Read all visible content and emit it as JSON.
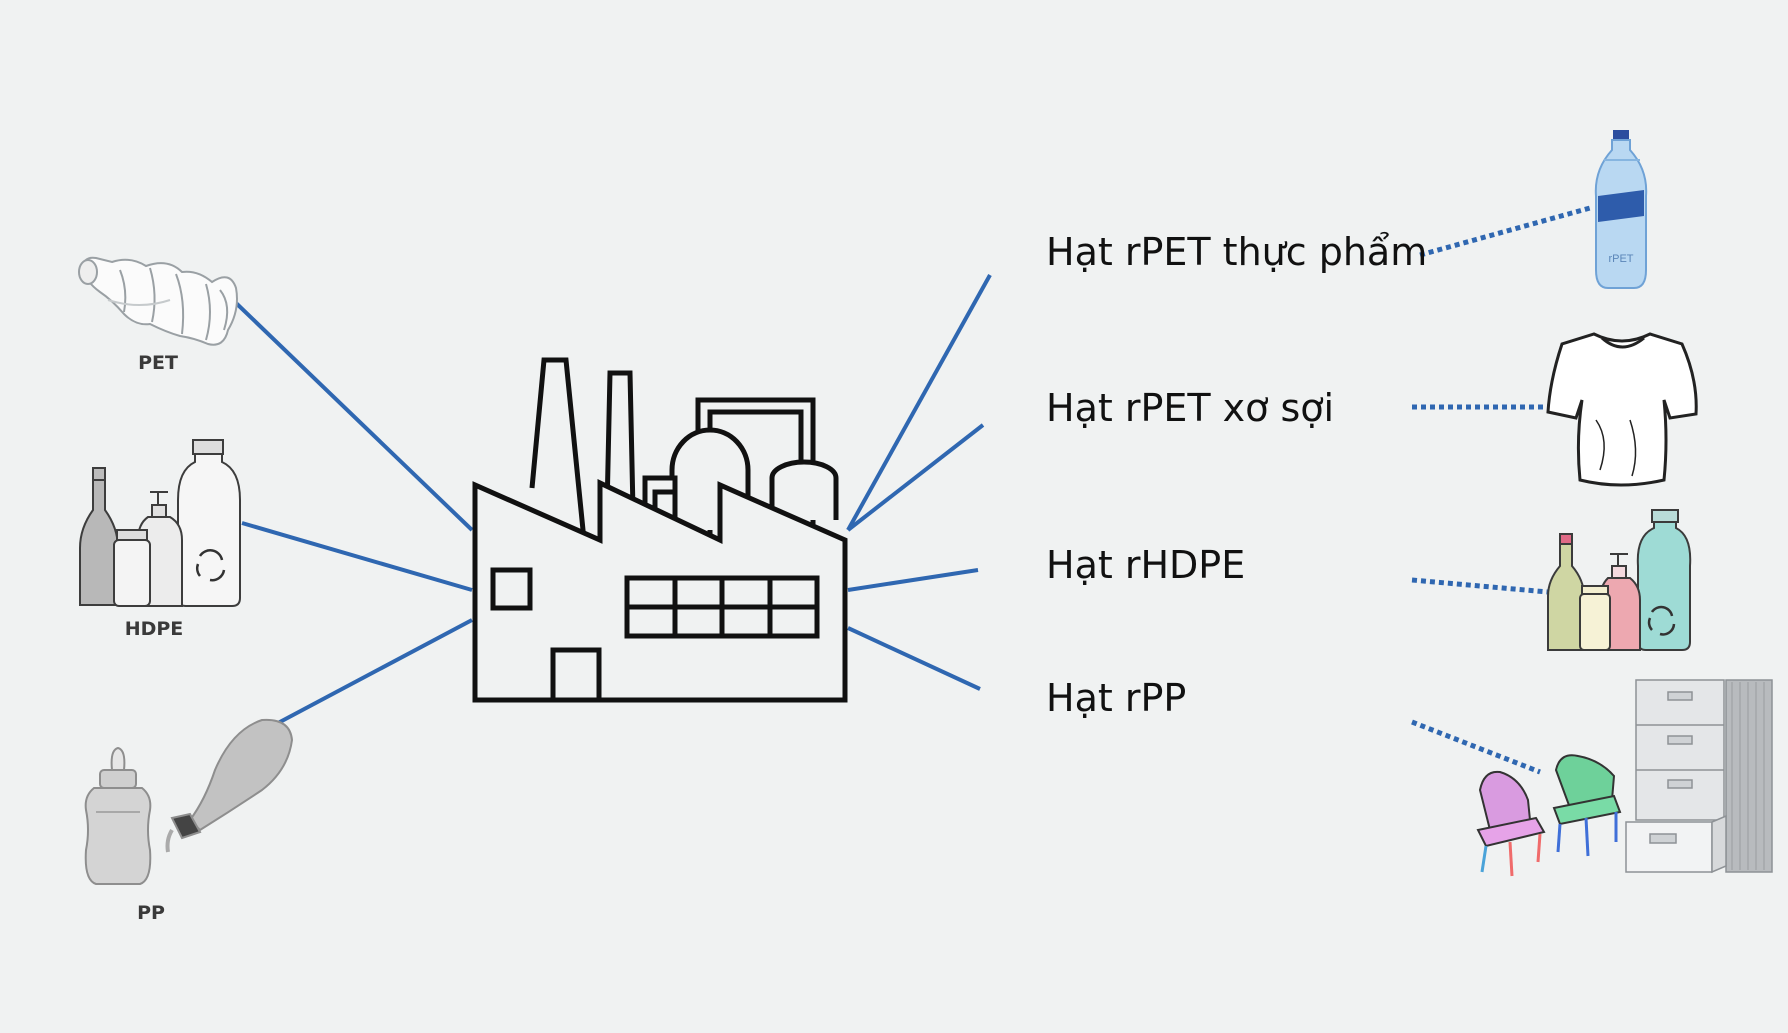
{
  "inputs": [
    {
      "label": "PET",
      "icon": "crushed-bottle-icon"
    },
    {
      "label": "HDPE",
      "icon": "containers-icon"
    },
    {
      "label": "PP",
      "icon": "baby-bottle-and-squeeze-bottle-icon"
    }
  ],
  "outputs": [
    {
      "label": "Hạt rPET thực phẩm",
      "icon": "water-bottle-icon"
    },
    {
      "label": "Hạt rPET xơ sợi",
      "icon": "t-shirt-icon"
    },
    {
      "label": "Hạt rHDPE",
      "icon": "colored-containers-icon"
    },
    {
      "label": "Hạt rPP",
      "icon": "chairs-and-cabinet-icon"
    }
  ],
  "water_bottle_text": "rPET",
  "factory_icon": "factory-icon",
  "colors": {
    "background": "#f0f2f2",
    "connector": "#2f67b1",
    "outline": "#111111"
  }
}
